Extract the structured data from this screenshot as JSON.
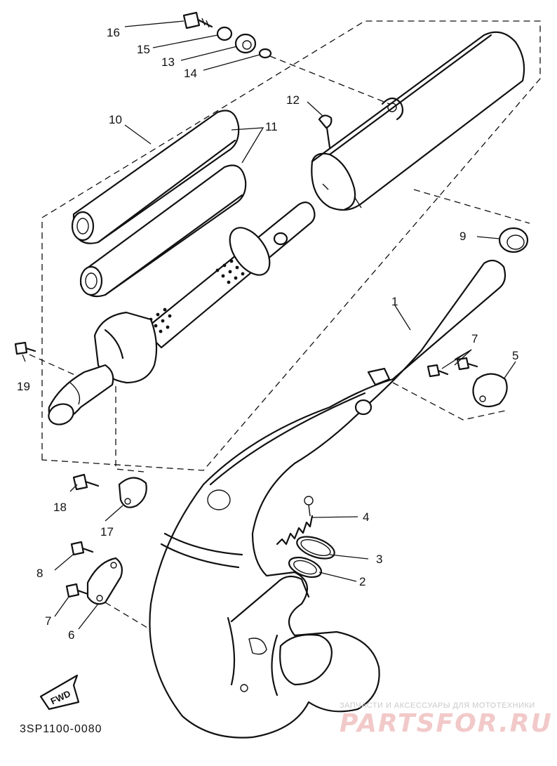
{
  "diagram": {
    "code": "3SP1100-0080",
    "fwd_label": "FWD",
    "watermark": {
      "small": "ЗАПЧАСТИ И АКСЕССУАРЫ ДЛЯ МОТОТЕХНИКИ",
      "big": "PARTSFOR.RU"
    }
  },
  "callouts": {
    "c1": "1",
    "c2": "2",
    "c3": "3",
    "c4": "4",
    "c5": "5",
    "c6": "6",
    "c7a": "7",
    "c7b": "7",
    "c8": "8",
    "c9": "9",
    "c10": "10",
    "c11": "11",
    "c12": "12",
    "c13": "13",
    "c14": "14",
    "c15": "15",
    "c16": "16",
    "c17": "17",
    "c18": "18",
    "c19": "19"
  }
}
